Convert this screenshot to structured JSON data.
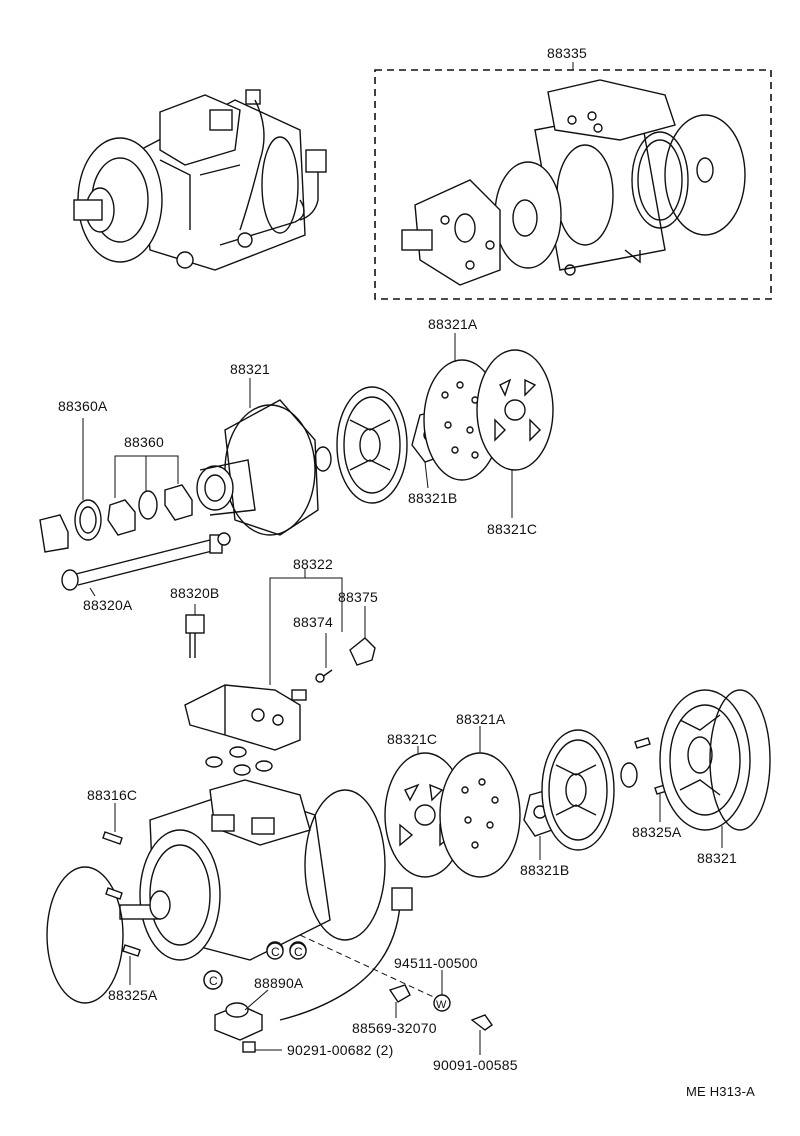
{
  "labels": {
    "p88335": "88335",
    "p88321A_top": "88321A",
    "p88321_top": "88321",
    "p88360A": "88360A",
    "p88360": "88360",
    "p88321B_top": "88321B",
    "p88321C_top": "88321C",
    "p88320A": "88320A",
    "p88320B": "88320B",
    "p88322": "88322",
    "p88375": "88375",
    "p88374": "88374",
    "p88321C_bottom": "88321C",
    "p88321A_bottom": "88321A",
    "p88316C": "88316C",
    "p88325A_right": "88325A",
    "p88321_bottom": "88321",
    "p88321B_bottom": "88321B",
    "p88325A_left": "88325A",
    "p94511": "94511-00500",
    "p88890A": "88890A",
    "p88569": "88569-32070",
    "p90291": "90291-00682 (2)",
    "p90091": "90091-00585"
  },
  "diagram_code": "ME H313-A",
  "callout_marks": {
    "washer_symbol": "W",
    "clamp_symbol": "C"
  }
}
